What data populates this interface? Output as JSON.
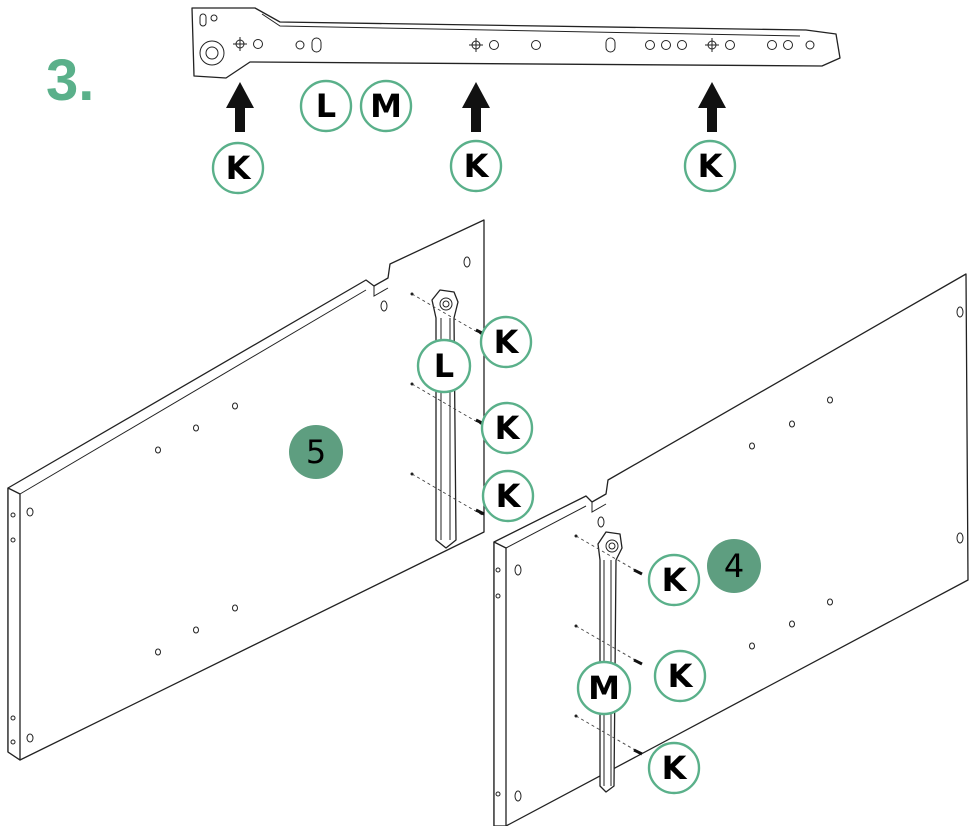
{
  "step": {
    "number": "3."
  },
  "callouts": {
    "top_l": "L",
    "top_m": "M",
    "top_k1": "K",
    "top_k2": "K",
    "top_k3": "K",
    "left_rail_l": "L",
    "left_k1": "K",
    "left_k2": "K",
    "left_k3": "K",
    "right_rail_m": "M",
    "right_k1": "K",
    "right_k2": "K",
    "right_k3": "K"
  },
  "badges": {
    "left_panel": "5",
    "right_panel": "4"
  },
  "colors": {
    "accent_green": "#5ab08a",
    "badge_fill": "#5e9e80",
    "line": "#222222"
  }
}
